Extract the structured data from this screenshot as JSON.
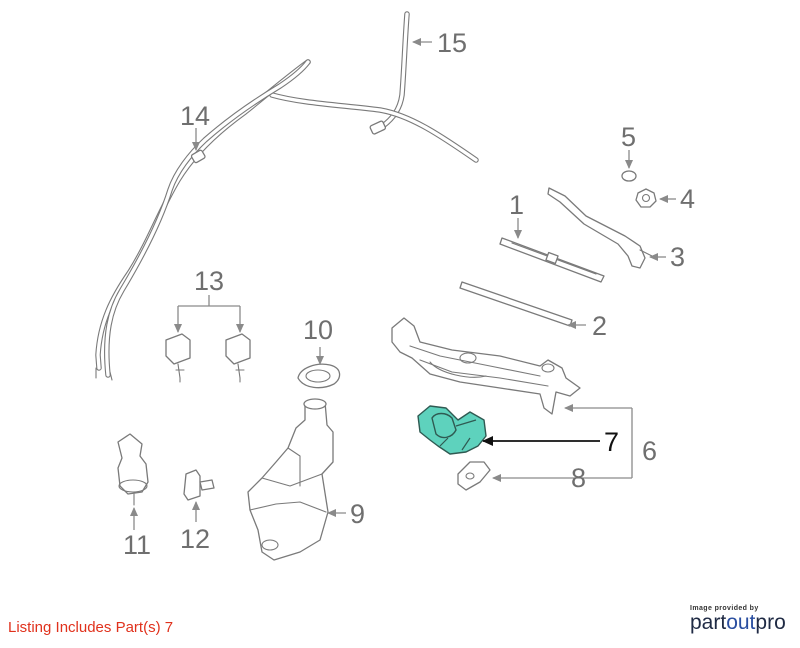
{
  "diagram": {
    "callouts": {
      "c1": "1",
      "c2": "2",
      "c3": "3",
      "c4": "4",
      "c5": "5",
      "c6": "6",
      "c7": "7",
      "c8": "8",
      "c9": "9",
      "c10": "10",
      "c11": "11",
      "c12": "12",
      "c13": "13",
      "c14": "14",
      "c15": "15"
    },
    "highlighted_part": "7",
    "highlight_color": "#5ed2bd",
    "line_color": "#7a7a7a"
  },
  "footer": {
    "listing_text": "Listing Includes Part(s) 7",
    "listing_color": "#e0311c",
    "provider_caption": "Image provided by",
    "brand_part1": "part",
    "brand_part2": "out",
    "brand_part3": "pro"
  }
}
